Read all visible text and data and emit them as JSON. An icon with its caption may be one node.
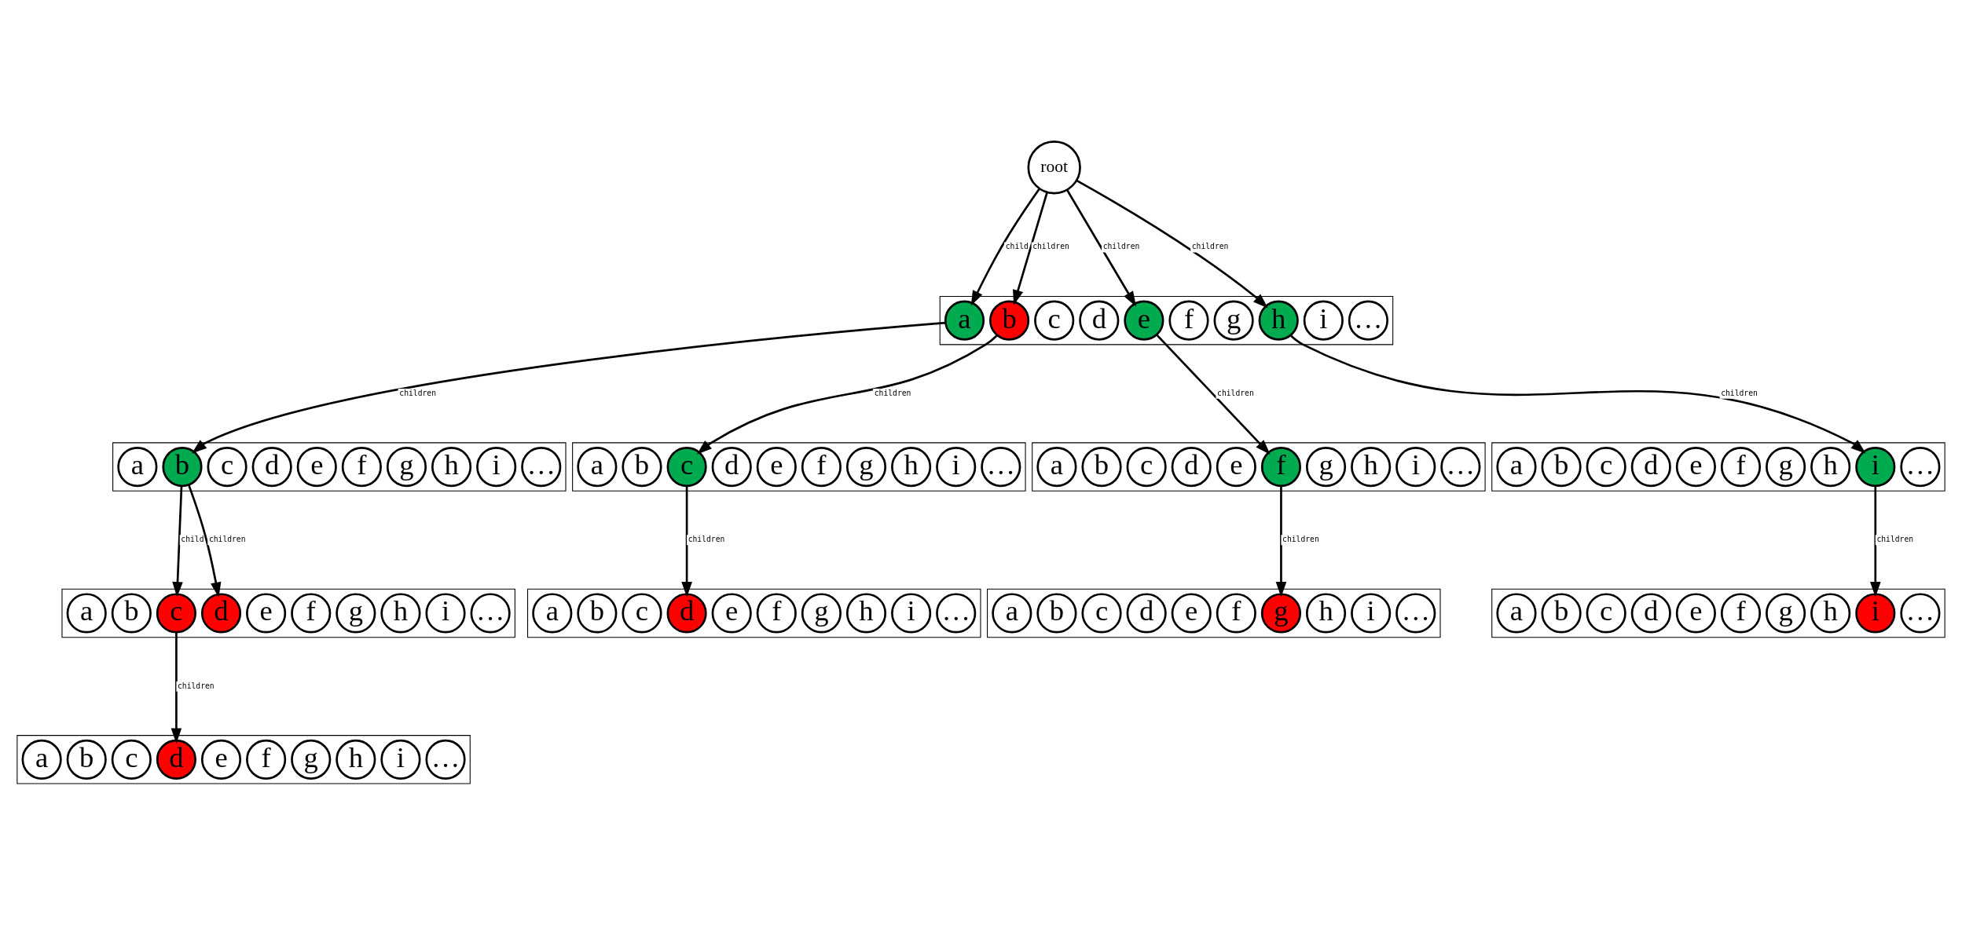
{
  "diagram": {
    "nodes": [
      {
        "text": [
          "root"
        ]
      },
      {
        "text": [],
        "shape": "box"
      },
      {
        "text": [
          "a"
        ],
        "in": 1
      },
      {
        "text": [
          "b"
        ],
        "in": 1
      },
      {
        "text": [
          "c"
        ],
        "in": 1
      },
      {
        "text": [
          "d"
        ],
        "in": 1
      },
      {
        "text": [
          "e"
        ],
        "in": 1
      },
      {
        "text": [
          "f"
        ],
        "in": 1
      },
      {
        "text": [
          "g"
        ],
        "in": 1
      },
      {
        "text": [
          "h"
        ],
        "in": 1
      },
      {
        "text": [
          "i"
        ],
        "in": 1
      },
      {
        "text": [
          "…"
        ],
        "in": 1
      },
      {
        "text": [],
        "shape": "box"
      },
      {
        "text": [
          "a"
        ],
        "in": 12
      },
      {
        "text": [
          "b"
        ],
        "in": 12
      },
      {
        "text": [
          "c"
        ],
        "in": 12
      },
      {
        "text": [
          "d"
        ],
        "in": 12
      },
      {
        "text": [
          "e"
        ],
        "in": 12
      },
      {
        "text": [
          "f"
        ],
        "in": 12
      },
      {
        "text": [
          "g"
        ],
        "in": 12
      },
      {
        "text": [
          "h"
        ],
        "in": 12
      },
      {
        "text": [
          "i"
        ],
        "in": 12
      },
      {
        "text": [
          "…"
        ],
        "in": 12
      },
      {
        "text": [],
        "shape": "box"
      },
      {
        "text": [
          "a"
        ],
        "in": 23
      },
      {
        "text": [
          "b"
        ],
        "in": 23
      },
      {
        "text": [
          "c"
        ],
        "in": 23
      },
      {
        "text": [
          "d"
        ],
        "in": 23
      },
      {
        "text": [
          "e"
        ],
        "in": 23
      },
      {
        "text": [
          "f"
        ],
        "in": 23
      },
      {
        "text": [
          "g"
        ],
        "in": 23
      },
      {
        "text": [
          "h"
        ],
        "in": 23
      },
      {
        "text": [
          "i"
        ],
        "in": 23
      },
      {
        "text": [
          "…"
        ],
        "in": 23
      },
      {
        "text": [],
        "shape": "box"
      },
      {
        "text": [
          "a"
        ],
        "in": 34
      },
      {
        "text": [
          "b"
        ],
        "in": 34
      },
      {
        "text": [
          "c"
        ],
        "in": 34
      },
      {
        "text": [
          "d"
        ],
        "in": 34
      },
      {
        "text": [
          "e"
        ],
        "in": 34
      },
      {
        "text": [
          "f"
        ],
        "in": 34
      },
      {
        "text": [
          "g"
        ],
        "in": 34
      },
      {
        "text": [
          "h"
        ],
        "in": 34
      },
      {
        "text": [
          "i"
        ],
        "in": 34
      },
      {
        "text": [
          "…"
        ],
        "in": 34
      },
      {
        "text": [],
        "shape": "box"
      },
      {
        "text": [
          "a"
        ],
        "in": 45
      },
      {
        "text": [
          "b"
        ],
        "in": 45
      },
      {
        "text": [
          "c"
        ],
        "in": 45
      },
      {
        "text": [
          "d"
        ],
        "in": 45
      },
      {
        "text": [
          "e"
        ],
        "in": 45
      },
      {
        "text": [
          "f"
        ],
        "in": 45
      },
      {
        "text": [
          "g"
        ],
        "in": 45
      },
      {
        "text": [
          "h"
        ],
        "in": 45
      },
      {
        "text": [
          "i"
        ],
        "in": 45
      },
      {
        "text": [
          "…"
        ],
        "in": 45
      },
      {
        "text": [],
        "shape": "box"
      },
      {
        "text": [
          "a"
        ],
        "in": 56
      },
      {
        "text": [
          "b"
        ],
        "in": 56
      },
      {
        "text": [
          "c"
        ],
        "in": 56
      },
      {
        "text": [
          "d"
        ],
        "in": 56
      },
      {
        "text": [
          "e"
        ],
        "in": 56
      },
      {
        "text": [
          "f"
        ],
        "in": 56
      },
      {
        "text": [
          "g"
        ],
        "in": 56
      },
      {
        "text": [
          "h"
        ],
        "in": 56
      },
      {
        "text": [
          "i"
        ],
        "in": 56
      },
      {
        "text": [
          "…"
        ],
        "in": 56
      },
      {
        "text": [],
        "shape": "box"
      },
      {
        "text": [
          "a"
        ],
        "in": 67
      },
      {
        "text": [
          "b"
        ],
        "in": 67
      },
      {
        "text": [
          "c"
        ],
        "in": 67
      },
      {
        "text": [
          "d"
        ],
        "in": 67
      },
      {
        "text": [
          "e"
        ],
        "in": 67
      },
      {
        "text": [
          "f"
        ],
        "in": 67
      },
      {
        "text": [
          "g"
        ],
        "in": 67
      },
      {
        "text": [
          "h"
        ],
        "in": 67
      },
      {
        "text": [
          "i"
        ],
        "in": 67
      },
      {
        "text": [
          "…"
        ],
        "in": 67
      },
      {
        "text": [],
        "shape": "box"
      },
      {
        "text": [
          "a"
        ],
        "in": 78
      },
      {
        "text": [
          "b"
        ],
        "in": 78
      },
      {
        "text": [
          "c"
        ],
        "in": 78
      },
      {
        "text": [
          "d"
        ],
        "in": 78
      },
      {
        "text": [
          "e"
        ],
        "in": 78
      },
      {
        "text": [
          "f"
        ],
        "in": 78
      },
      {
        "text": [
          "g"
        ],
        "in": 78
      },
      {
        "text": [
          "h"
        ],
        "in": 78
      },
      {
        "text": [
          "i"
        ],
        "in": 78
      },
      {
        "text": [
          "…"
        ],
        "in": 78
      },
      {
        "text": [],
        "shape": "box"
      },
      {
        "text": [
          "a"
        ],
        "in": 89
      },
      {
        "text": [
          "b"
        ],
        "in": 89
      },
      {
        "text": [
          "c"
        ],
        "in": 89
      },
      {
        "text": [
          "d"
        ],
        "in": 89
      },
      {
        "text": [
          "e"
        ],
        "in": 89
      },
      {
        "text": [
          "f"
        ],
        "in": 89
      },
      {
        "text": [
          "g"
        ],
        "in": 89
      },
      {
        "text": [
          "h"
        ],
        "in": 89
      },
      {
        "text": [
          "i"
        ],
        "in": 89
      },
      {
        "text": [
          "…"
        ],
        "in": 89
      },
      {
        "text": [],
        "shape": "box"
      },
      {
        "text": [
          "a"
        ],
        "in": 100
      },
      {
        "text": [
          "b"
        ],
        "in": 100
      },
      {
        "text": [
          "c"
        ],
        "in": 100
      },
      {
        "text": [
          "d"
        ],
        "in": 100
      },
      {
        "text": [
          "e"
        ],
        "in": 100
      },
      {
        "text": [
          "f"
        ],
        "in": 100
      },
      {
        "text": [
          "g"
        ],
        "in": 100
      },
      {
        "text": [
          "h"
        ],
        "in": 100
      },
      {
        "text": [
          "i"
        ],
        "in": 100
      },
      {
        "text": [
          "…"
        ],
        "in": 100
      }
    ],
    "edges": [
      {
        "from": 0,
        "to": 2,
        "arrow": "to",
        "label": "child"
      },
      {
        "from": 0,
        "to": 3,
        "arrow": "to",
        "label": "children"
      },
      {
        "from": 0,
        "to": 6,
        "arrow": "to",
        "label": "children"
      },
      {
        "from": 0,
        "to": 9,
        "arrow": "to",
        "label": "children"
      },
      {
        "from": 2,
        "to": 14,
        "arrow": "to",
        "label": "children"
      },
      {
        "from": 3,
        "to": 26,
        "arrow": "to",
        "label": "children"
      },
      {
        "from": 6,
        "to": 40,
        "arrow": "to",
        "label": "children"
      },
      {
        "from": 9,
        "to": 54,
        "arrow": "to",
        "label": "children"
      },
      {
        "from": 14,
        "to": 59,
        "arrow": "to",
        "label": "child"
      },
      {
        "from": 14,
        "to": 60,
        "arrow": "to",
        "label": "children"
      },
      {
        "from": 26,
        "to": 71,
        "arrow": "to",
        "label": "children"
      },
      {
        "from": 40,
        "to": 85,
        "arrow": "to",
        "label": "children"
      },
      {
        "from": 54,
        "to": 98,
        "arrow": "to",
        "label": "children"
      },
      {
        "from": 59,
        "to": 104,
        "arrow": "to",
        "label": "children"
      }
    ]
  }
}
